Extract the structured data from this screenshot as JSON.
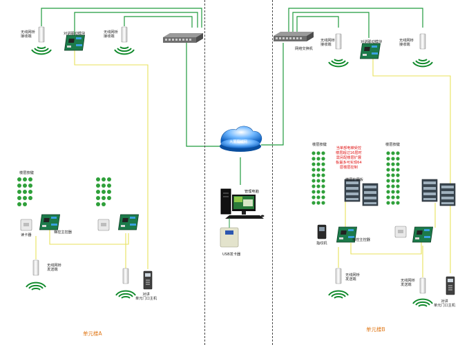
{
  "building_a": {
    "title": "单元楼A",
    "wireless_receiver_1": "无线网桥\n接收端",
    "intercom_module": "对讲联动模块",
    "wireless_receiver_2": "无线网桥\n接收端",
    "floor_buttons": "楼层按键",
    "card_reader": "读卡器",
    "elevator_controller": "梯控主控器",
    "wireless_sender": "无线网桥\n发送端",
    "door_station": "对讲\n单元门口主机"
  },
  "center": {
    "lan": "大厦局域网",
    "mgmt_pc": "管理电脑",
    "usb_issuer": "USB发卡器"
  },
  "building_b": {
    "title": "单元楼B",
    "switch": "网络交换机",
    "wireless_receiver_1": "无线网桥\n接收端",
    "intercom_module": "对讲联动模块",
    "wireless_receiver_2": "无线网桥\n接收端",
    "floor_buttons_left": "楼层按键",
    "floor_buttons_right": "楼层按键",
    "note": "当单部电梯受控\n楼层超过16层时\n需另配楼层扩展\n板最多可实现64\n层楼层控制",
    "expansion_board": "楼层扩展板",
    "fingerprint": "指纹机",
    "elevator_controller": "梯控主控器",
    "wireless_sender_1": "无线网桥\n发送端",
    "wireless_sender_2": "无线网桥\n发送端",
    "door_station": "对讲\n单元门口主机"
  },
  "colors": {
    "network_line": "#1e9a3c",
    "control_line": "#e8e25a",
    "bus_line": "#f0ec88",
    "unit_label": "#e07818",
    "note_text": "#e01010"
  }
}
